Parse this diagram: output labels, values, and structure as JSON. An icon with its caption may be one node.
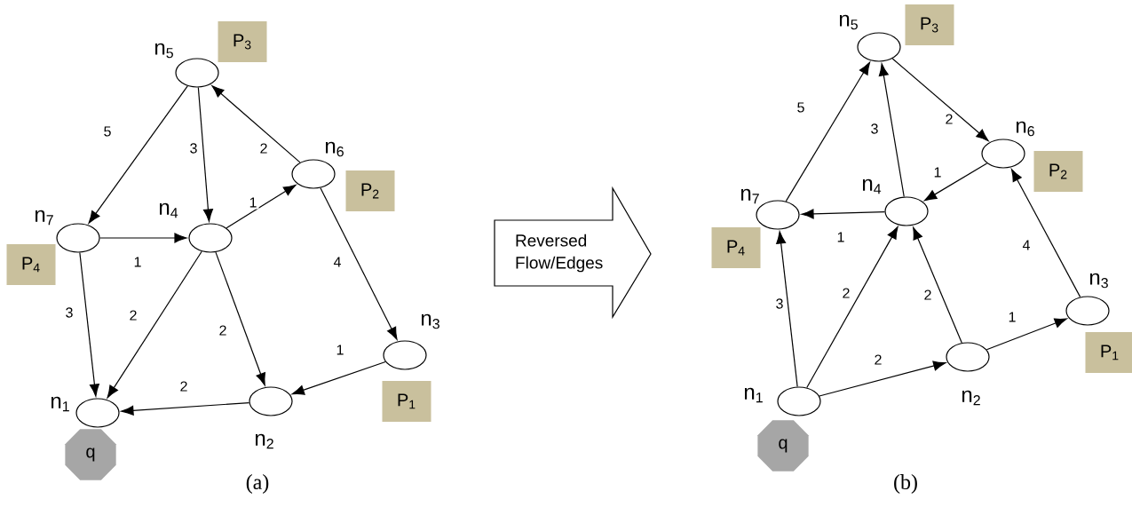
{
  "diagram": {
    "nodes": [
      {
        "text": [],
        "shape": "circle",
        "beside": [
          "n$_{1}$"
        ]
      },
      {
        "text": [],
        "shape": "circle",
        "beside": [
          "n$_{2}$"
        ]
      },
      {
        "text": [],
        "shape": "circle",
        "beside": [
          "n$_{3}$"
        ]
      },
      {
        "text": [],
        "shape": "circle",
        "beside": [
          "n$_{4}$"
        ]
      },
      {
        "text": [],
        "shape": "circle",
        "beside": [
          "n$_{5}$"
        ]
      },
      {
        "text": [],
        "shape": "circle",
        "beside": [
          "n$_{6}$"
        ]
      },
      {
        "text": [],
        "shape": "circle",
        "beside": [
          "n$_{7}$"
        ]
      },
      {
        "text": [
          "P$_{1}$"
        ]
      },
      {
        "text": [
          "P$_{2}$"
        ]
      },
      {
        "text": [
          "P$_{3}$"
        ]
      },
      {
        "text": [
          "P$_{4}$"
        ]
      },
      {
        "text": [
          "q"
        ]
      },
      {
        "text": [
          "Reversed Flow/Edges"
        ]
      },
      {
        "text": [],
        "shape": "circle",
        "beside": [
          "n$_{1}$"
        ]
      },
      {
        "text": [],
        "shape": "circle",
        "beside": [
          "n$_{2}$"
        ]
      },
      {
        "text": [],
        "shape": "circle",
        "beside": [
          "n$_{3}$"
        ]
      },
      {
        "text": [],
        "shape": "circle",
        "beside": [
          "n$_{4}$"
        ]
      },
      {
        "text": [],
        "shape": "circle",
        "beside": [
          "n$_{5}$"
        ]
      },
      {
        "text": [],
        "shape": "circle",
        "beside": [
          "n$_{6}$"
        ]
      },
      {
        "text": [],
        "shape": "circle",
        "beside": [
          "n$_{7}$"
        ]
      },
      {
        "text": [
          "P$_{1}$"
        ]
      },
      {
        "text": [
          "P$_{2}$"
        ]
      },
      {
        "text": [
          "P$_{3}$"
        ]
      },
      {
        "text": [
          "P$_{4}$"
        ]
      },
      {
        "text": [
          "q"
        ]
      }
    ],
    "edges": [
      {
        "from": 4,
        "to": 6,
        "arrow": "to",
        "label": "5"
      },
      {
        "from": 4,
        "to": 3,
        "arrow": "to",
        "label": "3"
      },
      {
        "from": 5,
        "to": 4,
        "arrow": "to",
        "label": "2"
      },
      {
        "from": 3,
        "to": 5,
        "arrow": "to",
        "label": "1"
      },
      {
        "from": 6,
        "to": 3,
        "arrow": "to",
        "label": "1"
      },
      {
        "from": 5,
        "to": 2,
        "arrow": "to",
        "label": "4"
      },
      {
        "from": 6,
        "to": 0,
        "arrow": "to",
        "label": "3"
      },
      {
        "from": 3,
        "to": 0,
        "arrow": "to",
        "label": "2"
      },
      {
        "from": 3,
        "to": 1,
        "arrow": "to",
        "label": "2"
      },
      {
        "from": 2,
        "to": 1,
        "arrow": "to",
        "label": "1"
      },
      {
        "from": 1,
        "to": 0,
        "arrow": "to",
        "label": "2"
      },
      {
        "from": 19,
        "to": 17,
        "arrow": "to",
        "label": "5"
      },
      {
        "from": 16,
        "to": 17,
        "arrow": "to",
        "label": "3"
      },
      {
        "from": 17,
        "to": 18,
        "arrow": "to",
        "label": "2"
      },
      {
        "from": 18,
        "to": 16,
        "arrow": "to",
        "label": "1"
      },
      {
        "from": 16,
        "to": 19,
        "arrow": "to",
        "label": "1"
      },
      {
        "from": 15,
        "to": 18,
        "arrow": "to",
        "label": "4"
      },
      {
        "from": 13,
        "to": 19,
        "arrow": "to",
        "label": "3"
      },
      {
        "from": 13,
        "to": 16,
        "arrow": "to",
        "label": "2"
      },
      {
        "from": 14,
        "to": 16,
        "arrow": "to",
        "label": "2"
      },
      {
        "from": 14,
        "to": 15,
        "arrow": "to",
        "label": "1"
      },
      {
        "from": 13,
        "to": 14,
        "arrow": "to",
        "label": "2"
      }
    ],
    "labels": [
      "(a)",
      "(b)"
    ]
  }
}
